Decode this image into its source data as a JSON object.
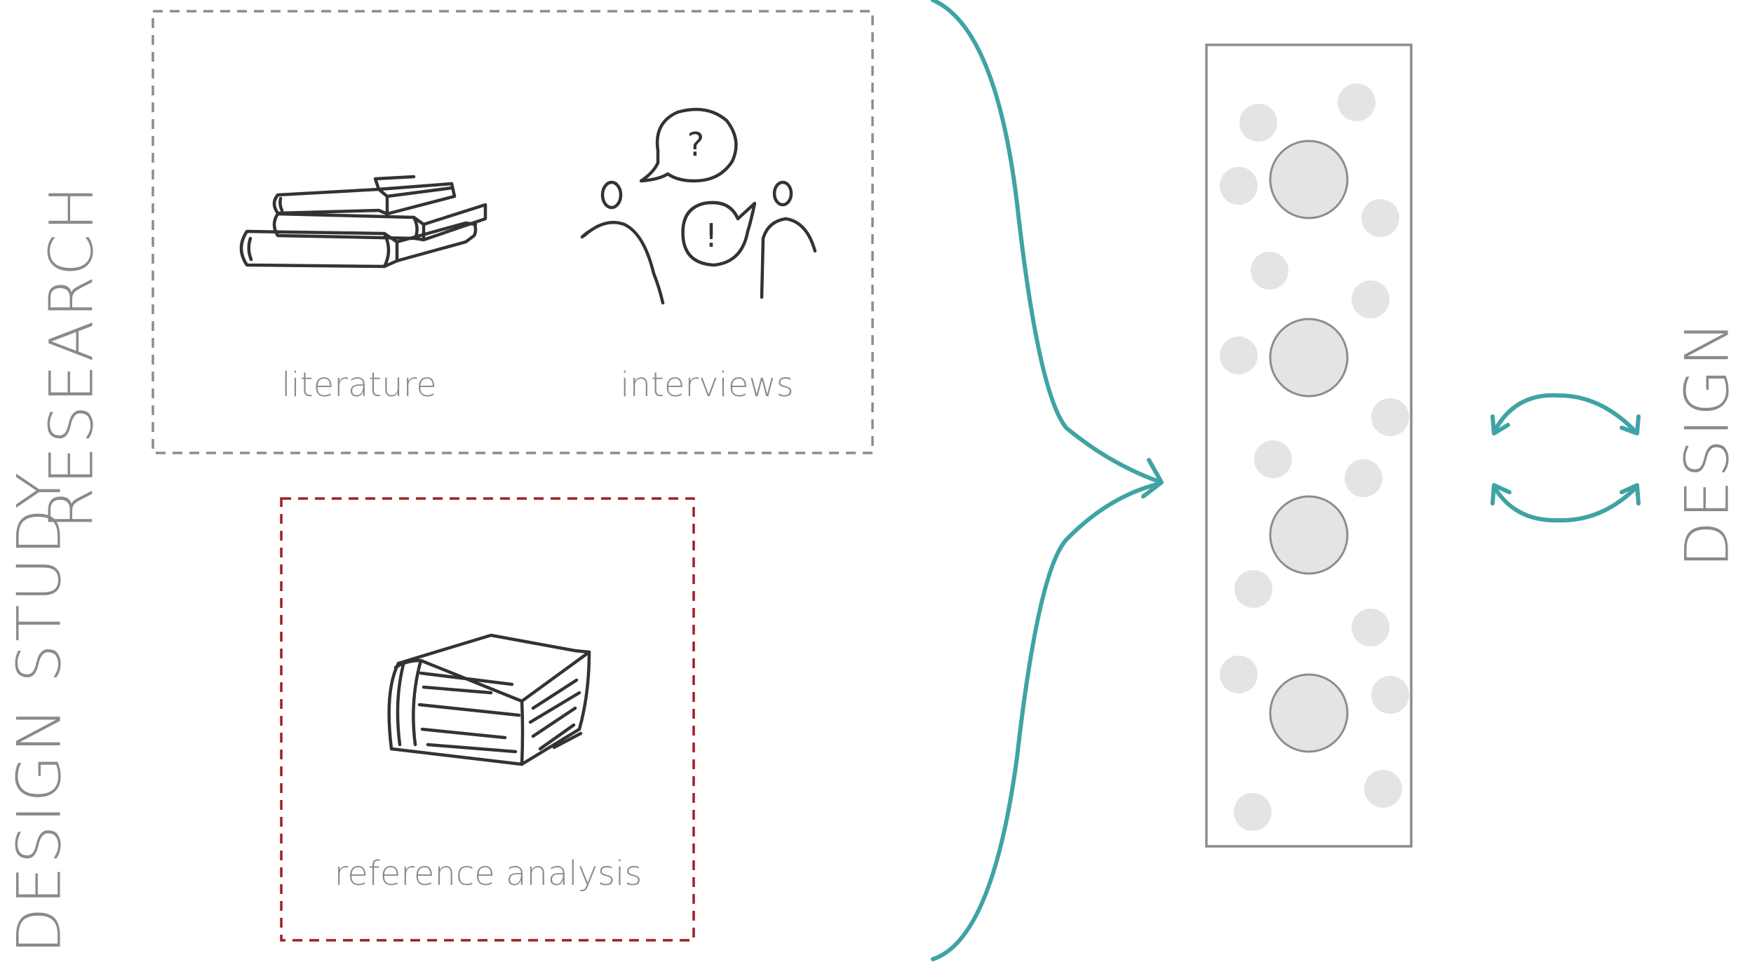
{
  "labels": {
    "research": "RESEARCH",
    "design_study": "DESIGN STUDY",
    "design": "DESIGN"
  },
  "captions": {
    "literature": "literature",
    "interviews": "interviews",
    "reference_analysis": "reference analysis"
  },
  "icons": {
    "literature": "book-stack-icon",
    "interviews": "conversation-icon",
    "reference_analysis": "thick-book-icon",
    "interview_question_mark": "?",
    "interview_exclamation_mark": "!"
  },
  "colors": {
    "text_gray": "#8a8a8a",
    "research_box_border": "#8c8c8c",
    "design_study_box_border": "#a11f24",
    "flow_teal": "#3fa3a3",
    "circle_fill": "#e4e4e6",
    "circle_stroke": "#8c8c8c",
    "sketch_ink": "#333333"
  }
}
